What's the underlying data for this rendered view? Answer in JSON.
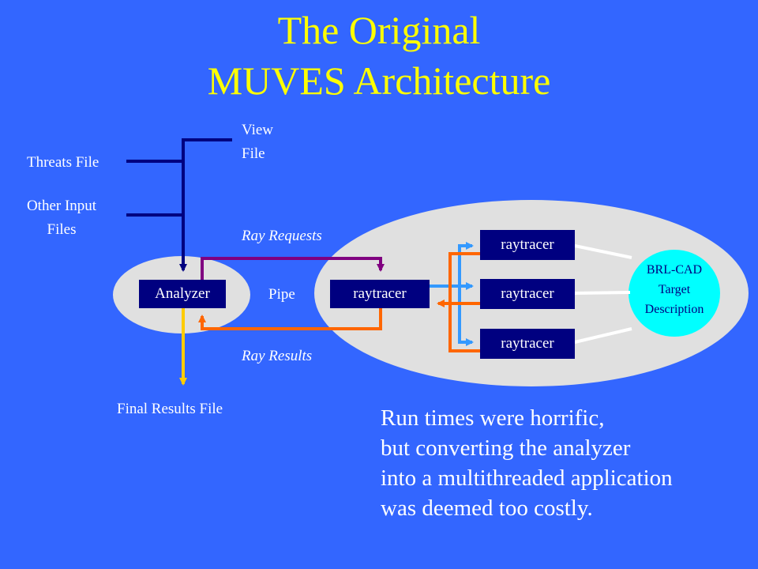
{
  "title": {
    "line1": "The Original",
    "line2": "MUVES Architecture"
  },
  "inputs": {
    "view_file_1": "View",
    "view_file_2": "File",
    "threats_file": "Threats File",
    "other_input_1": "Other Input",
    "other_input_2": "Files"
  },
  "nodes": {
    "analyzer": "Analyzer",
    "pipe": "Pipe",
    "main_raytracer": "raytracer",
    "raytracer_top": "raytracer",
    "raytracer_mid": "raytracer",
    "raytracer_bottom": "raytracer",
    "brl_cad_1": "BRL-CAD",
    "brl_cad_2": "Target",
    "brl_cad_3": "Description"
  },
  "flows": {
    "ray_requests": "Ray Requests",
    "ray_results": "Ray Results",
    "final_results": "Final Results File"
  },
  "note": {
    "line1": "Run times were horrific,",
    "line2": "but converting the analyzer",
    "line3": "into a multithreaded application",
    "line4": "was deemed too costly."
  },
  "colors": {
    "background": "#3366ff",
    "title": "#ffff00",
    "node_fill": "#000080",
    "input_lines": "#000080",
    "request_line": "#800080",
    "result_line": "#ff6600",
    "final_line": "#ffcc00",
    "fanout_line": "#3399ff",
    "brl_cad_fill": "#00ffff"
  }
}
